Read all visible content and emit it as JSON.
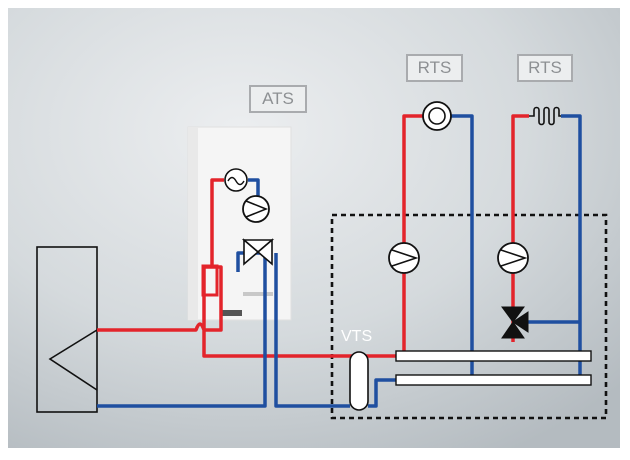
{
  "diagram": {
    "labels": {
      "ats": "ATS",
      "rts_1": "RTS",
      "rts_2": "RTS",
      "vts": "VTS"
    },
    "colors": {
      "background_light": "#e3e6e8",
      "background_dark": "#b7bec3",
      "supply_pipe": "#e3242b",
      "return_pipe": "#1f4fa0",
      "outline": "#111111",
      "label_border": "#a9abae",
      "label_text": "#8d9093"
    }
  }
}
